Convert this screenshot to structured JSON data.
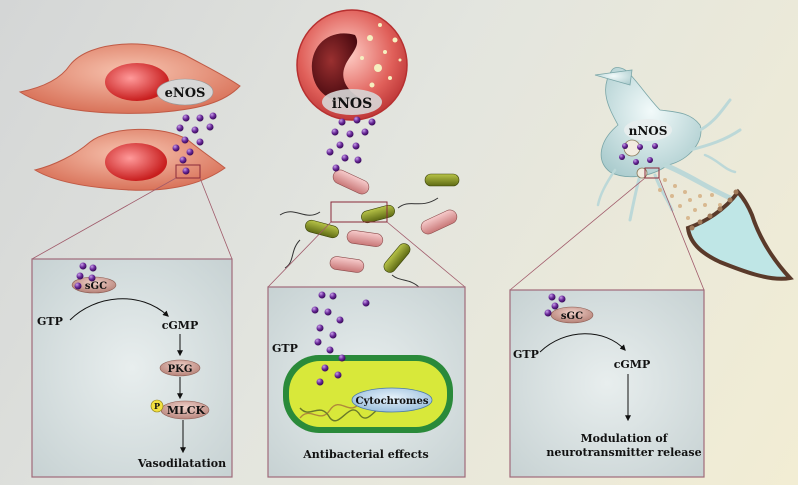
{
  "enzymes": {
    "enos": "eNOS",
    "inos": "iNOS",
    "nnos": "nNOS"
  },
  "left_panel": {
    "sgc": "sGC",
    "gtp": "GTP",
    "cgmp": "cGMP",
    "pkg": "PKG",
    "p": "P",
    "mlck": "MLCK",
    "effect": "Vasodilatation"
  },
  "middle_panel": {
    "gtp": "GTP",
    "cytochromes": "Cytochromes",
    "effect": "Antibacterial effects"
  },
  "right_panel": {
    "sgc": "sGC",
    "gtp": "GTP",
    "cgmp": "cGMP",
    "effect_line1": "Modulation of",
    "effect_line2": "neurotransmitter release"
  },
  "colors": {
    "no_dot": "#6a2a9a",
    "cell_body": "#e89a80",
    "nucleus": "#d93a3a",
    "bacteria_pink": "#e8a8a8",
    "bacteria_olive": "#8a9a2a",
    "panel_border": "#a06a7a",
    "enzyme_pill": "#c89a90",
    "bacterium_yellow": "#d8e83a",
    "bacterium_green": "#2a8a3a"
  }
}
